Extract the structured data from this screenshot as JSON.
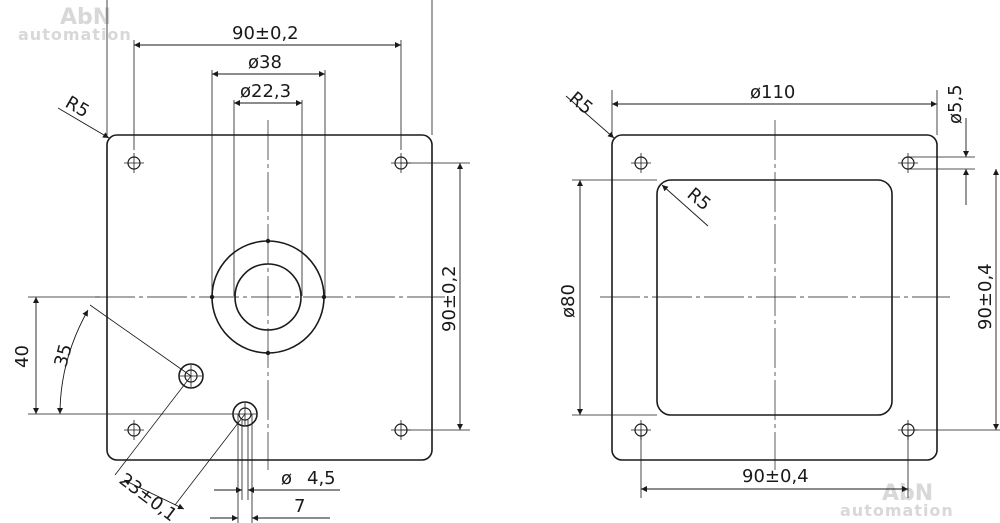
{
  "watermark": {
    "brand": "AbN",
    "sub": "automation"
  },
  "left_view": {
    "hole_spacing": "90±0,2",
    "outer_diameter": "ø38",
    "inner_diameter": "ø22,3",
    "corner_radius": "R5",
    "vertical_spacing": "90±0,2",
    "offset_40": "40",
    "offset_35": "35",
    "diag_spacing": "23±0,1",
    "hole_diameter_symbol": "ø",
    "hole_diameter_value": "4,5",
    "width_7": "7"
  },
  "right_view": {
    "outer_diameter": "ø110",
    "hole_diameter": "ø5,5",
    "corner_radius_outer": "R5",
    "corner_radius_inner": "R5",
    "window_size": "ø80",
    "vertical_spacing": "90±0,4",
    "horizontal_spacing": "90±0,4"
  },
  "colors": {
    "line": "#1a1a1a",
    "watermark": "#d8d8d8",
    "background": "#ffffff"
  }
}
